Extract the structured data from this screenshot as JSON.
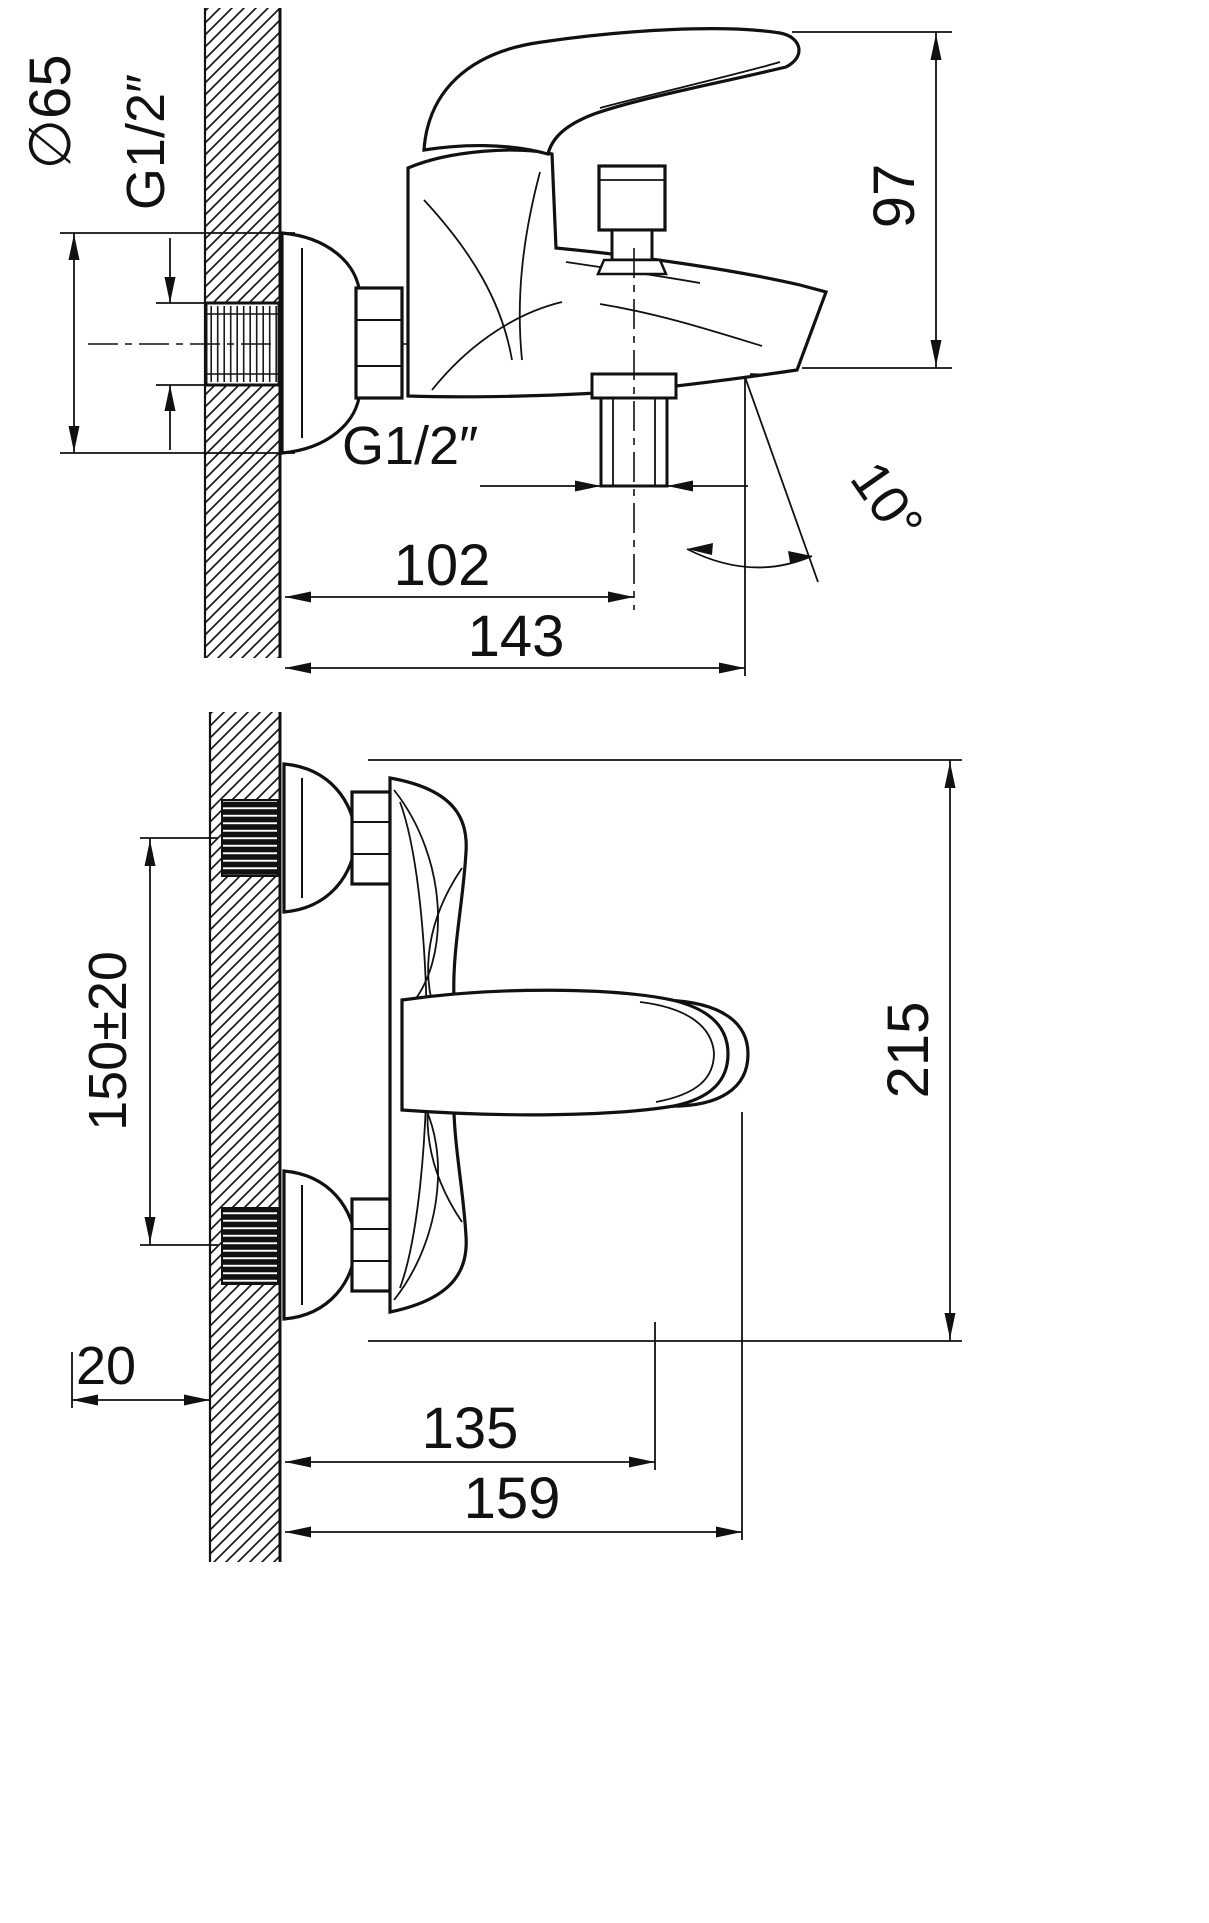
{
  "colors": {
    "ink": "#111111",
    "background": "#ffffff"
  },
  "side_view": {
    "labels": {
      "flange_diameter": "∅65",
      "inlet_thread": "G1/2″",
      "spout_height": "97",
      "outlet_thread": "G1/2″",
      "outlet_offset": "102",
      "spout_reach": "143",
      "spout_angle": "10°"
    }
  },
  "plan_view": {
    "labels": {
      "inlet_spacing": "150±20",
      "overall_size": "215",
      "wall_clearance": "20",
      "outlet_offset": "135",
      "spout_reach": "159"
    }
  }
}
